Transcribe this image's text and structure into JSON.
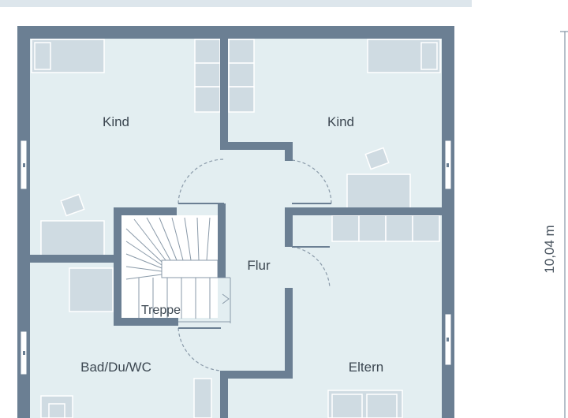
{
  "plan": {
    "rooms": {
      "kind_left": "Kind",
      "kind_right": "Kind",
      "flur": "Flur",
      "treppe": "Treppe",
      "bad": "Bad/Du/WC",
      "eltern": "Eltern"
    },
    "dimension": "10,04 m"
  },
  "colors": {
    "wall": "#6b7f93",
    "floor": "#e3eef1",
    "furniture": "#cfdbe2",
    "header_bar": "#dde6ec"
  }
}
